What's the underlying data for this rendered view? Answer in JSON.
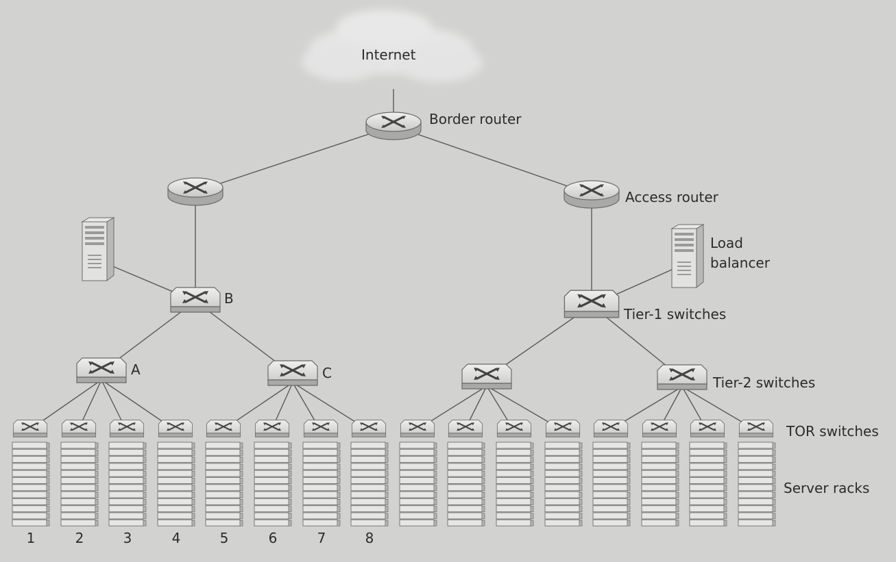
{
  "labels": {
    "internet": "Internet",
    "border_router": "Border router",
    "access_router": "Access router",
    "load_balancer_line1": "Load",
    "load_balancer_line2": "balancer",
    "tier1": "Tier-1 switches",
    "tier2": "Tier-2 switches",
    "tor": "TOR switches",
    "server_racks": "Server racks",
    "switch_b": "B",
    "switch_a": "A",
    "switch_c": "C"
  },
  "rack_numbers": [
    "1",
    "2",
    "3",
    "4",
    "5",
    "6",
    "7",
    "8"
  ],
  "rack_count": 16,
  "colors": {
    "background": "#d2d2d0",
    "line": "#5a5a5a",
    "device_fill": "#e4e4e2",
    "device_stroke": "#6a6a6a",
    "cloud": "#e6e6e6"
  }
}
